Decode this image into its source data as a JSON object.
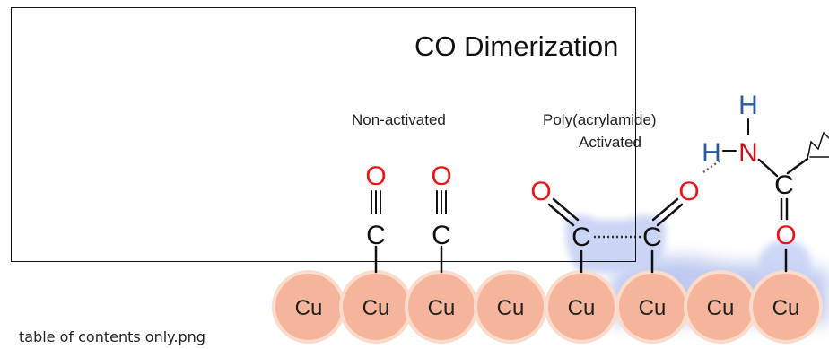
{
  "figure": {
    "title": "CO Dimerization",
    "label_nonactivated": "Non-activated",
    "label_poly_line1": "Poly(acrylamide)",
    "label_poly_line2": "Activated",
    "atom_cu": "Cu",
    "atom_c": "C",
    "atom_o": "O",
    "atom_n": "N",
    "atom_h": "H"
  },
  "file": {
    "name": "table of contents only.png"
  },
  "colors": {
    "oxygen": "#e8161b",
    "hydrogen": "#2d5a9c",
    "nitrogen": "#c0141c",
    "carbon": "#111111",
    "cu_fill": "#f6b59a",
    "cu_halo": "#fbdccc",
    "polymer_glow": "#b8c5ef",
    "adsorbate_glow": "#c9d3f5"
  },
  "icons": {
    "selection": "selection-rectangle"
  }
}
